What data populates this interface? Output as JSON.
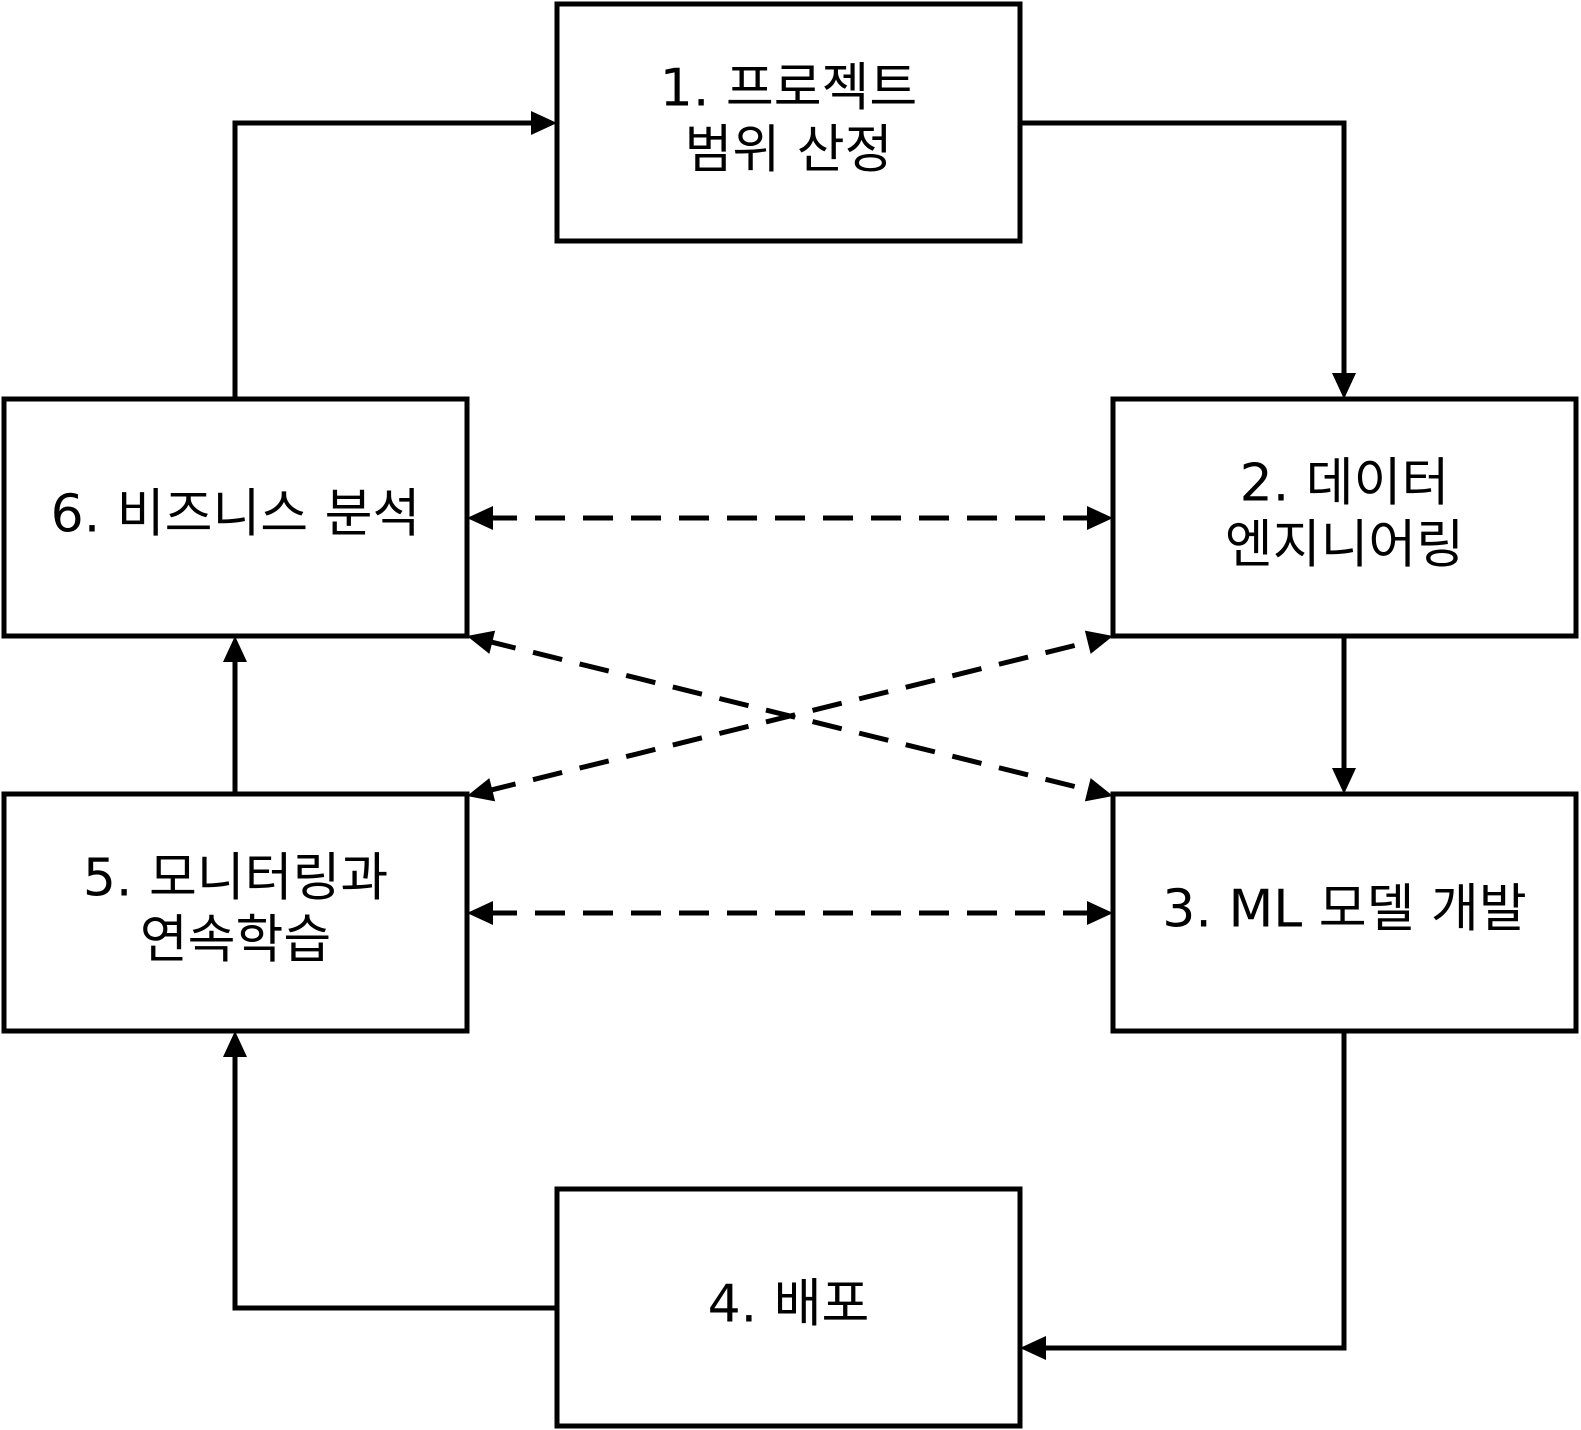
{
  "diagram": {
    "nodes": [
      {
        "id": "scoping",
        "lines": [
          "1. 프로젝트",
          "범위 산정"
        ]
      },
      {
        "id": "data-engineering",
        "lines": [
          "2. 데이터",
          "엔지니어링"
        ]
      },
      {
        "id": "ml-model-development",
        "lines": [
          "3. ML 모델 개발"
        ]
      },
      {
        "id": "deployment",
        "lines": [
          "4. 배포"
        ]
      },
      {
        "id": "monitoring",
        "lines": [
          "5. 모니터링과",
          "연속학습"
        ]
      },
      {
        "id": "business-analysis",
        "lines": [
          "6. 비즈니스 분석"
        ]
      }
    ],
    "edges": [
      {
        "from": "business-analysis",
        "to": "scoping",
        "style": "solid",
        "direction": "forward"
      },
      {
        "from": "scoping",
        "to": "data-engineering",
        "style": "solid",
        "direction": "forward"
      },
      {
        "from": "data-engineering",
        "to": "ml-model-development",
        "style": "solid",
        "direction": "forward"
      },
      {
        "from": "ml-model-development",
        "to": "deployment",
        "style": "solid",
        "direction": "forward"
      },
      {
        "from": "deployment",
        "to": "monitoring",
        "style": "solid",
        "direction": "forward"
      },
      {
        "from": "monitoring",
        "to": "business-analysis",
        "style": "solid",
        "direction": "forward"
      },
      {
        "from": "business-analysis",
        "to": "data-engineering",
        "style": "dashed",
        "direction": "both"
      },
      {
        "from": "business-analysis",
        "to": "ml-model-development",
        "style": "dashed",
        "direction": "both"
      },
      {
        "from": "monitoring",
        "to": "data-engineering",
        "style": "dashed",
        "direction": "both"
      },
      {
        "from": "monitoring",
        "to": "ml-model-development",
        "style": "dashed",
        "direction": "both"
      }
    ],
    "colors": {
      "stroke": "#000000",
      "background": "#ffffff"
    }
  }
}
